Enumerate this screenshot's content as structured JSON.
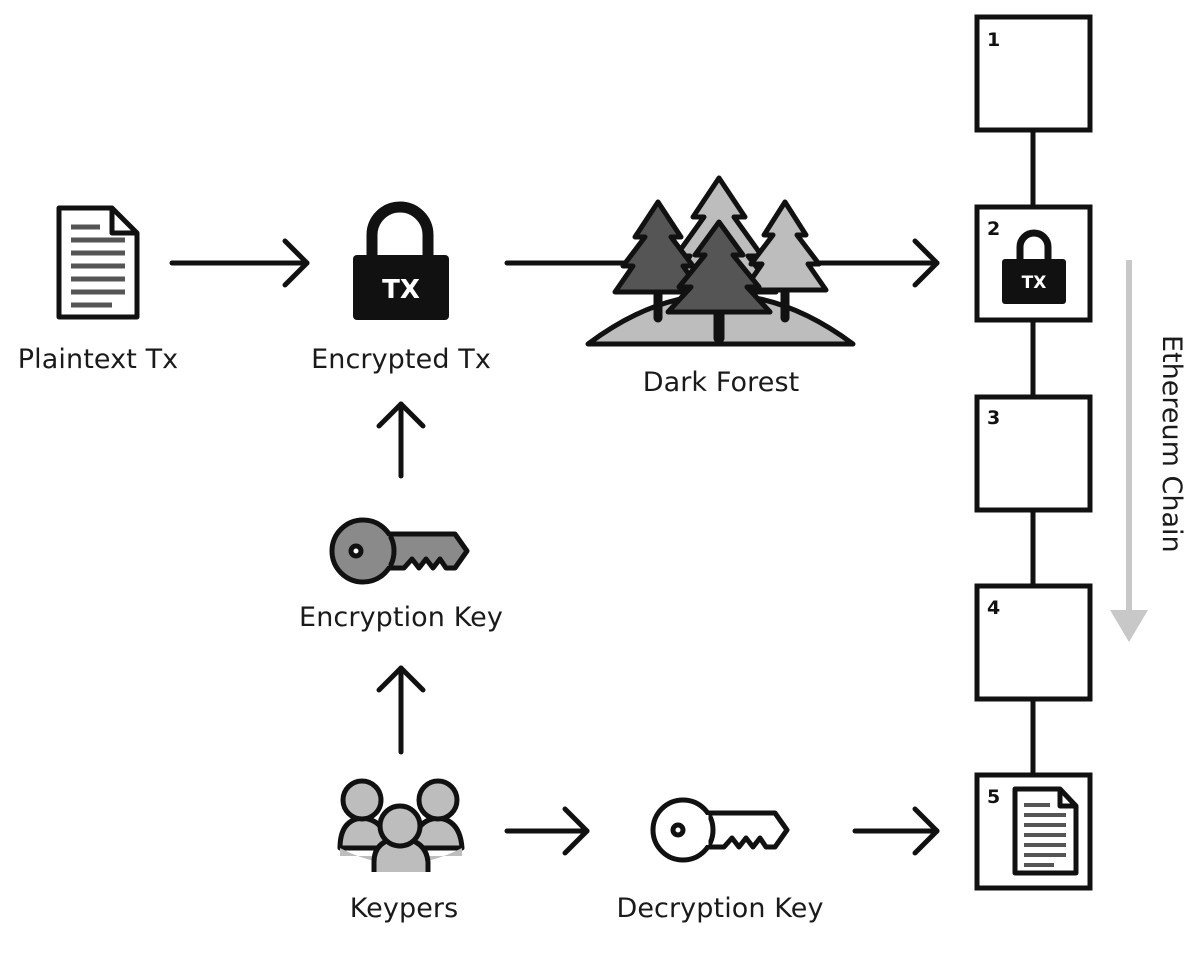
{
  "nodes": {
    "plaintext_tx": "Plaintext Tx",
    "encrypted_tx": "Encrypted Tx",
    "dark_forest": "Dark Forest",
    "encryption_key": "Encryption Key",
    "keypers": "Keypers",
    "decryption_key": "Decryption Key"
  },
  "lock_text": "TX",
  "chain": {
    "label": "Ethereum Chain",
    "blocks": [
      "1",
      "2",
      "3",
      "4",
      "5"
    ]
  },
  "colors": {
    "stroke": "#111111",
    "dark_gray": "#555555",
    "mid_gray": "#8a8a8a",
    "light_gray": "#bdbdbd",
    "chain_arrow": "#c8c8c8"
  },
  "icons": [
    "document-icon",
    "lock-icon",
    "forest-icon",
    "key-icon",
    "people-icon"
  ]
}
